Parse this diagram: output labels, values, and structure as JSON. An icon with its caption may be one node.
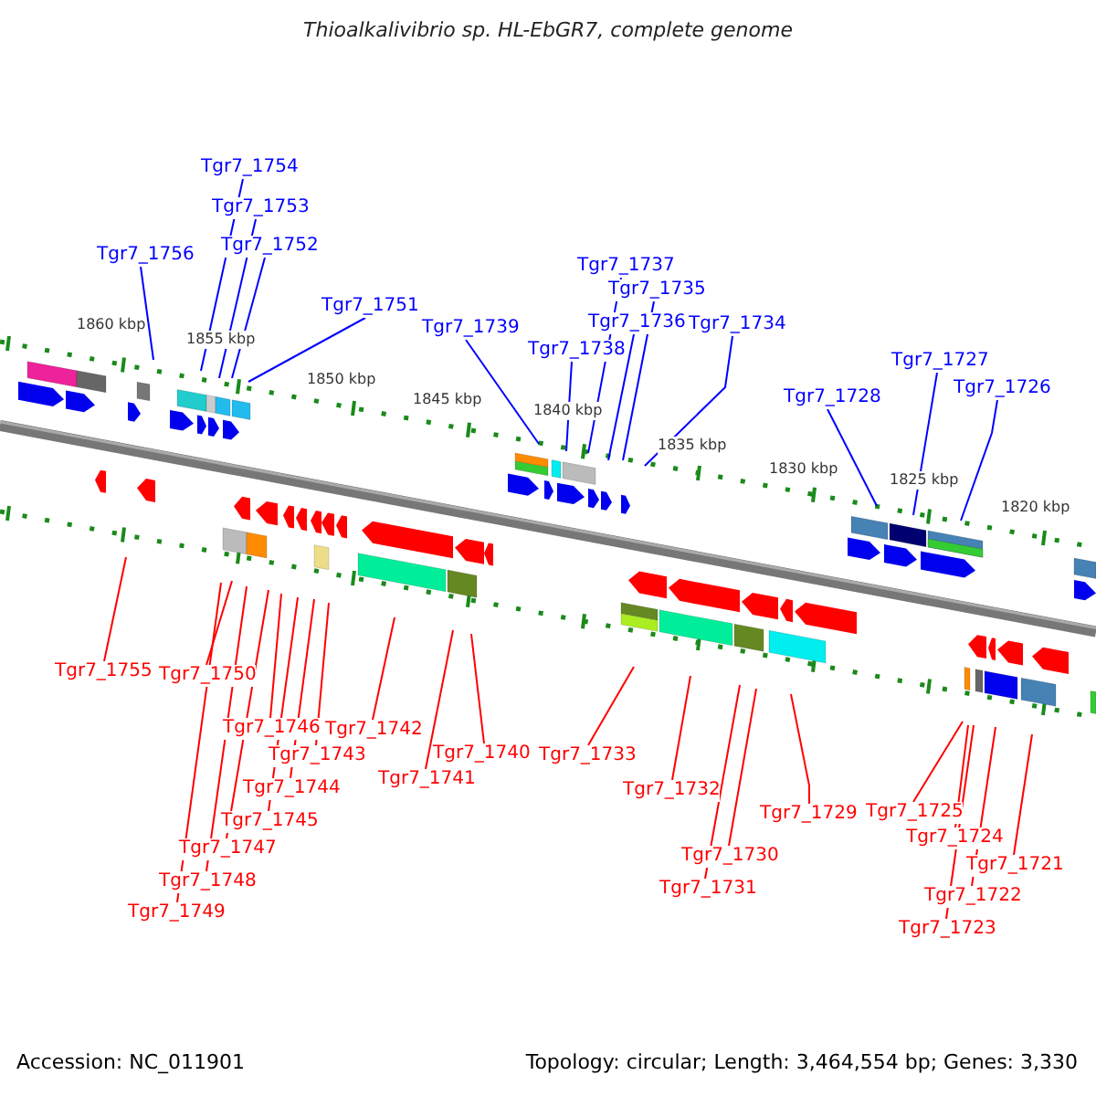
{
  "diagram": {
    "title": "Thioalkalivibrio sp. HL-EbGR7, complete genome",
    "nodes": [
      {
        "text": [
          "Tgr7_1754"
        ]
      },
      {
        "text": [
          "Tgr7_1753"
        ]
      },
      {
        "text": [
          "Tgr7_1752"
        ]
      },
      {
        "text": [
          "Tgr7_1756"
        ]
      },
      {
        "text": [
          "Tgr7_1751"
        ]
      },
      {
        "text": [
          "Tgr7_1739"
        ]
      },
      {
        "text": [
          "Tgr7_1737"
        ]
      },
      {
        "text": [
          "Tgr7_1735"
        ]
      },
      {
        "text": [
          "Tgr7_1736"
        ]
      },
      {
        "text": [
          "Tgr7_1734"
        ]
      },
      {
        "text": [
          "Tgr7_1738"
        ]
      },
      {
        "text": [
          "Tgr7_1727"
        ]
      },
      {
        "text": [
          "Tgr7_1726"
        ]
      },
      {
        "text": [
          "Tgr7_1728"
        ]
      },
      {
        "text": [
          "Tgr7_1755"
        ]
      },
      {
        "text": [
          "Tgr7_1750"
        ]
      },
      {
        "text": [
          "Tgr7_1746"
        ]
      },
      {
        "text": [
          "Tgr7_1742"
        ]
      },
      {
        "text": [
          "Tgr7_1743"
        ]
      },
      {
        "text": [
          "Tgr7_1744"
        ]
      },
      {
        "text": [
          "Tgr7_1745"
        ]
      },
      {
        "text": [
          "Tgr7_1747"
        ]
      },
      {
        "text": [
          "Tgr7_1748"
        ]
      },
      {
        "text": [
          "Tgr7_1749"
        ]
      },
      {
        "text": [
          "Tgr7_1741"
        ]
      },
      {
        "text": [
          "Tgr7_1740"
        ]
      },
      {
        "text": [
          "Tgr7_1733"
        ]
      },
      {
        "text": [
          "Tgr7_1732"
        ]
      },
      {
        "text": [
          "Tgr7_1729"
        ]
      },
      {
        "text": [
          "Tgr7_1730"
        ]
      },
      {
        "text": [
          "Tgr7_1731"
        ]
      },
      {
        "text": [
          "Tgr7_1725"
        ]
      },
      {
        "text": [
          "Tgr7_1724"
        ]
      },
      {
        "text": [
          "Tgr7_1721"
        ]
      },
      {
        "text": [
          "Tgr7_1722"
        ]
      },
      {
        "text": [
          "Tgr7_1723"
        ]
      }
    ],
    "edges": [
      {
        "from": 0,
        "to": null,
        "arrow": "none",
        "color": "#0000ff"
      },
      {
        "from": 1,
        "to": null,
        "arrow": "none",
        "color": "#0000ff"
      },
      {
        "from": 2,
        "to": null,
        "arrow": "none",
        "color": "#0000ff"
      },
      {
        "from": 3,
        "to": null,
        "arrow": "none",
        "color": "#0000ff"
      },
      {
        "from": 4,
        "to": null,
        "arrow": "none",
        "color": "#0000ff"
      },
      {
        "from": 5,
        "to": null,
        "arrow": "none",
        "color": "#0000ff"
      },
      {
        "from": 6,
        "to": null,
        "arrow": "none",
        "color": "#0000ff"
      },
      {
        "from": 7,
        "to": null,
        "arrow": "none",
        "color": "#0000ff"
      },
      {
        "from": 8,
        "to": null,
        "arrow": "none",
        "color": "#0000ff"
      },
      {
        "from": 9,
        "to": null,
        "arrow": "none",
        "color": "#0000ff"
      },
      {
        "from": 10,
        "to": null,
        "arrow": "none",
        "color": "#0000ff"
      },
      {
        "from": 11,
        "to": null,
        "arrow": "none",
        "color": "#0000ff"
      },
      {
        "from": 12,
        "to": null,
        "arrow": "none",
        "color": "#0000ff"
      },
      {
        "from": 13,
        "to": null,
        "arrow": "none",
        "color": "#0000ff"
      },
      {
        "from": 14,
        "to": null,
        "arrow": "none"
      },
      {
        "from": 15,
        "to": null,
        "arrow": "none"
      },
      {
        "from": 16,
        "to": null,
        "arrow": "none"
      },
      {
        "from": 17,
        "to": null,
        "arrow": "none"
      },
      {
        "from": 18,
        "to": null,
        "arrow": "none"
      },
      {
        "from": 19,
        "to": null,
        "arrow": "none"
      },
      {
        "from": 20,
        "to": null,
        "arrow": "none"
      },
      {
        "from": 21,
        "to": null,
        "arrow": "none"
      },
      {
        "from": 22,
        "to": null,
        "arrow": "none"
      },
      {
        "from": 23,
        "to": null,
        "arrow": "none"
      },
      {
        "from": 24,
        "to": null,
        "arrow": "none"
      },
      {
        "from": 25,
        "to": null,
        "arrow": "none"
      },
      {
        "from": 26,
        "to": null,
        "arrow": "none"
      },
      {
        "from": 27,
        "to": null,
        "arrow": "none"
      },
      {
        "from": 28,
        "to": null,
        "arrow": "none"
      },
      {
        "from": 29,
        "to": null,
        "arrow": "none"
      },
      {
        "from": 30,
        "to": null,
        "arrow": "none"
      },
      {
        "from": 31,
        "to": null,
        "arrow": "none"
      },
      {
        "from": 32,
        "to": null,
        "arrow": "none"
      },
      {
        "from": 33,
        "to": null,
        "arrow": "none"
      },
      {
        "from": 34,
        "to": null,
        "arrow": "none"
      },
      {
        "from": 35,
        "to": null,
        "arrow": "none"
      }
    ],
    "labels": [
      "1860 kbp",
      "1855 kbp",
      "1850 kbp",
      "1845 kbp",
      "1840 kbp",
      "1835 kbp",
      "1830 kbp",
      "1825 kbp",
      "1820 kbp",
      "Accession: NC_011901",
      "Topology: circular; Length: 3,464,554 bp; Genes: 3,330"
    ]
  }
}
